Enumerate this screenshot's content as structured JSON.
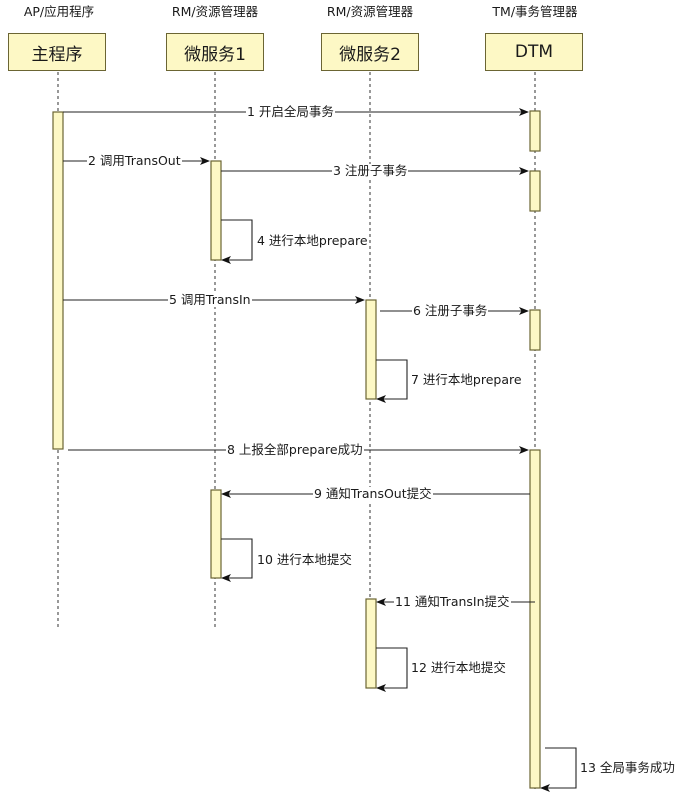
{
  "participants": [
    {
      "id": "ap",
      "role": "AP/应用程序",
      "name": "主程序"
    },
    {
      "id": "ms1",
      "role": "RM/资源管理器",
      "name": "微服务1"
    },
    {
      "id": "ms2",
      "role": "RM/资源管理器",
      "name": "微服务2"
    },
    {
      "id": "dtm",
      "role": "TM/事务管理器",
      "name": "DTM"
    }
  ],
  "messages": [
    {
      "n": 1,
      "from": "ap",
      "to": "dtm",
      "text": "1 开启全局事务"
    },
    {
      "n": 2,
      "from": "ap",
      "to": "ms1",
      "text": "2 调用TransOut"
    },
    {
      "n": 3,
      "from": "ms1",
      "to": "dtm",
      "text": "3 注册子事务"
    },
    {
      "n": 4,
      "from": "ms1",
      "to": "ms1",
      "text": "4 进行本地prepare"
    },
    {
      "n": 5,
      "from": "ap",
      "to": "ms2",
      "text": "5 调用TransIn"
    },
    {
      "n": 6,
      "from": "ms2",
      "to": "dtm",
      "text": "6 注册子事务"
    },
    {
      "n": 7,
      "from": "ms2",
      "to": "ms2",
      "text": "7 进行本地prepare"
    },
    {
      "n": 8,
      "from": "ap",
      "to": "dtm",
      "text": "8 上报全部prepare成功"
    },
    {
      "n": 9,
      "from": "dtm",
      "to": "ms1",
      "text": "9 通知TransOut提交"
    },
    {
      "n": 10,
      "from": "ms1",
      "to": "ms1",
      "text": "10 进行本地提交"
    },
    {
      "n": 11,
      "from": "dtm",
      "to": "ms2",
      "text": "11 通知TransIn提交"
    },
    {
      "n": 12,
      "from": "ms2",
      "to": "ms2",
      "text": "12 进行本地提交"
    },
    {
      "n": 13,
      "from": "dtm",
      "to": "dtm",
      "text": "13 全局事务成功"
    }
  ],
  "colors": {
    "activation_fill": "#fdf8c5",
    "activation_stroke": "#6b6533",
    "line": "#222222",
    "lifeline": "#555555"
  }
}
